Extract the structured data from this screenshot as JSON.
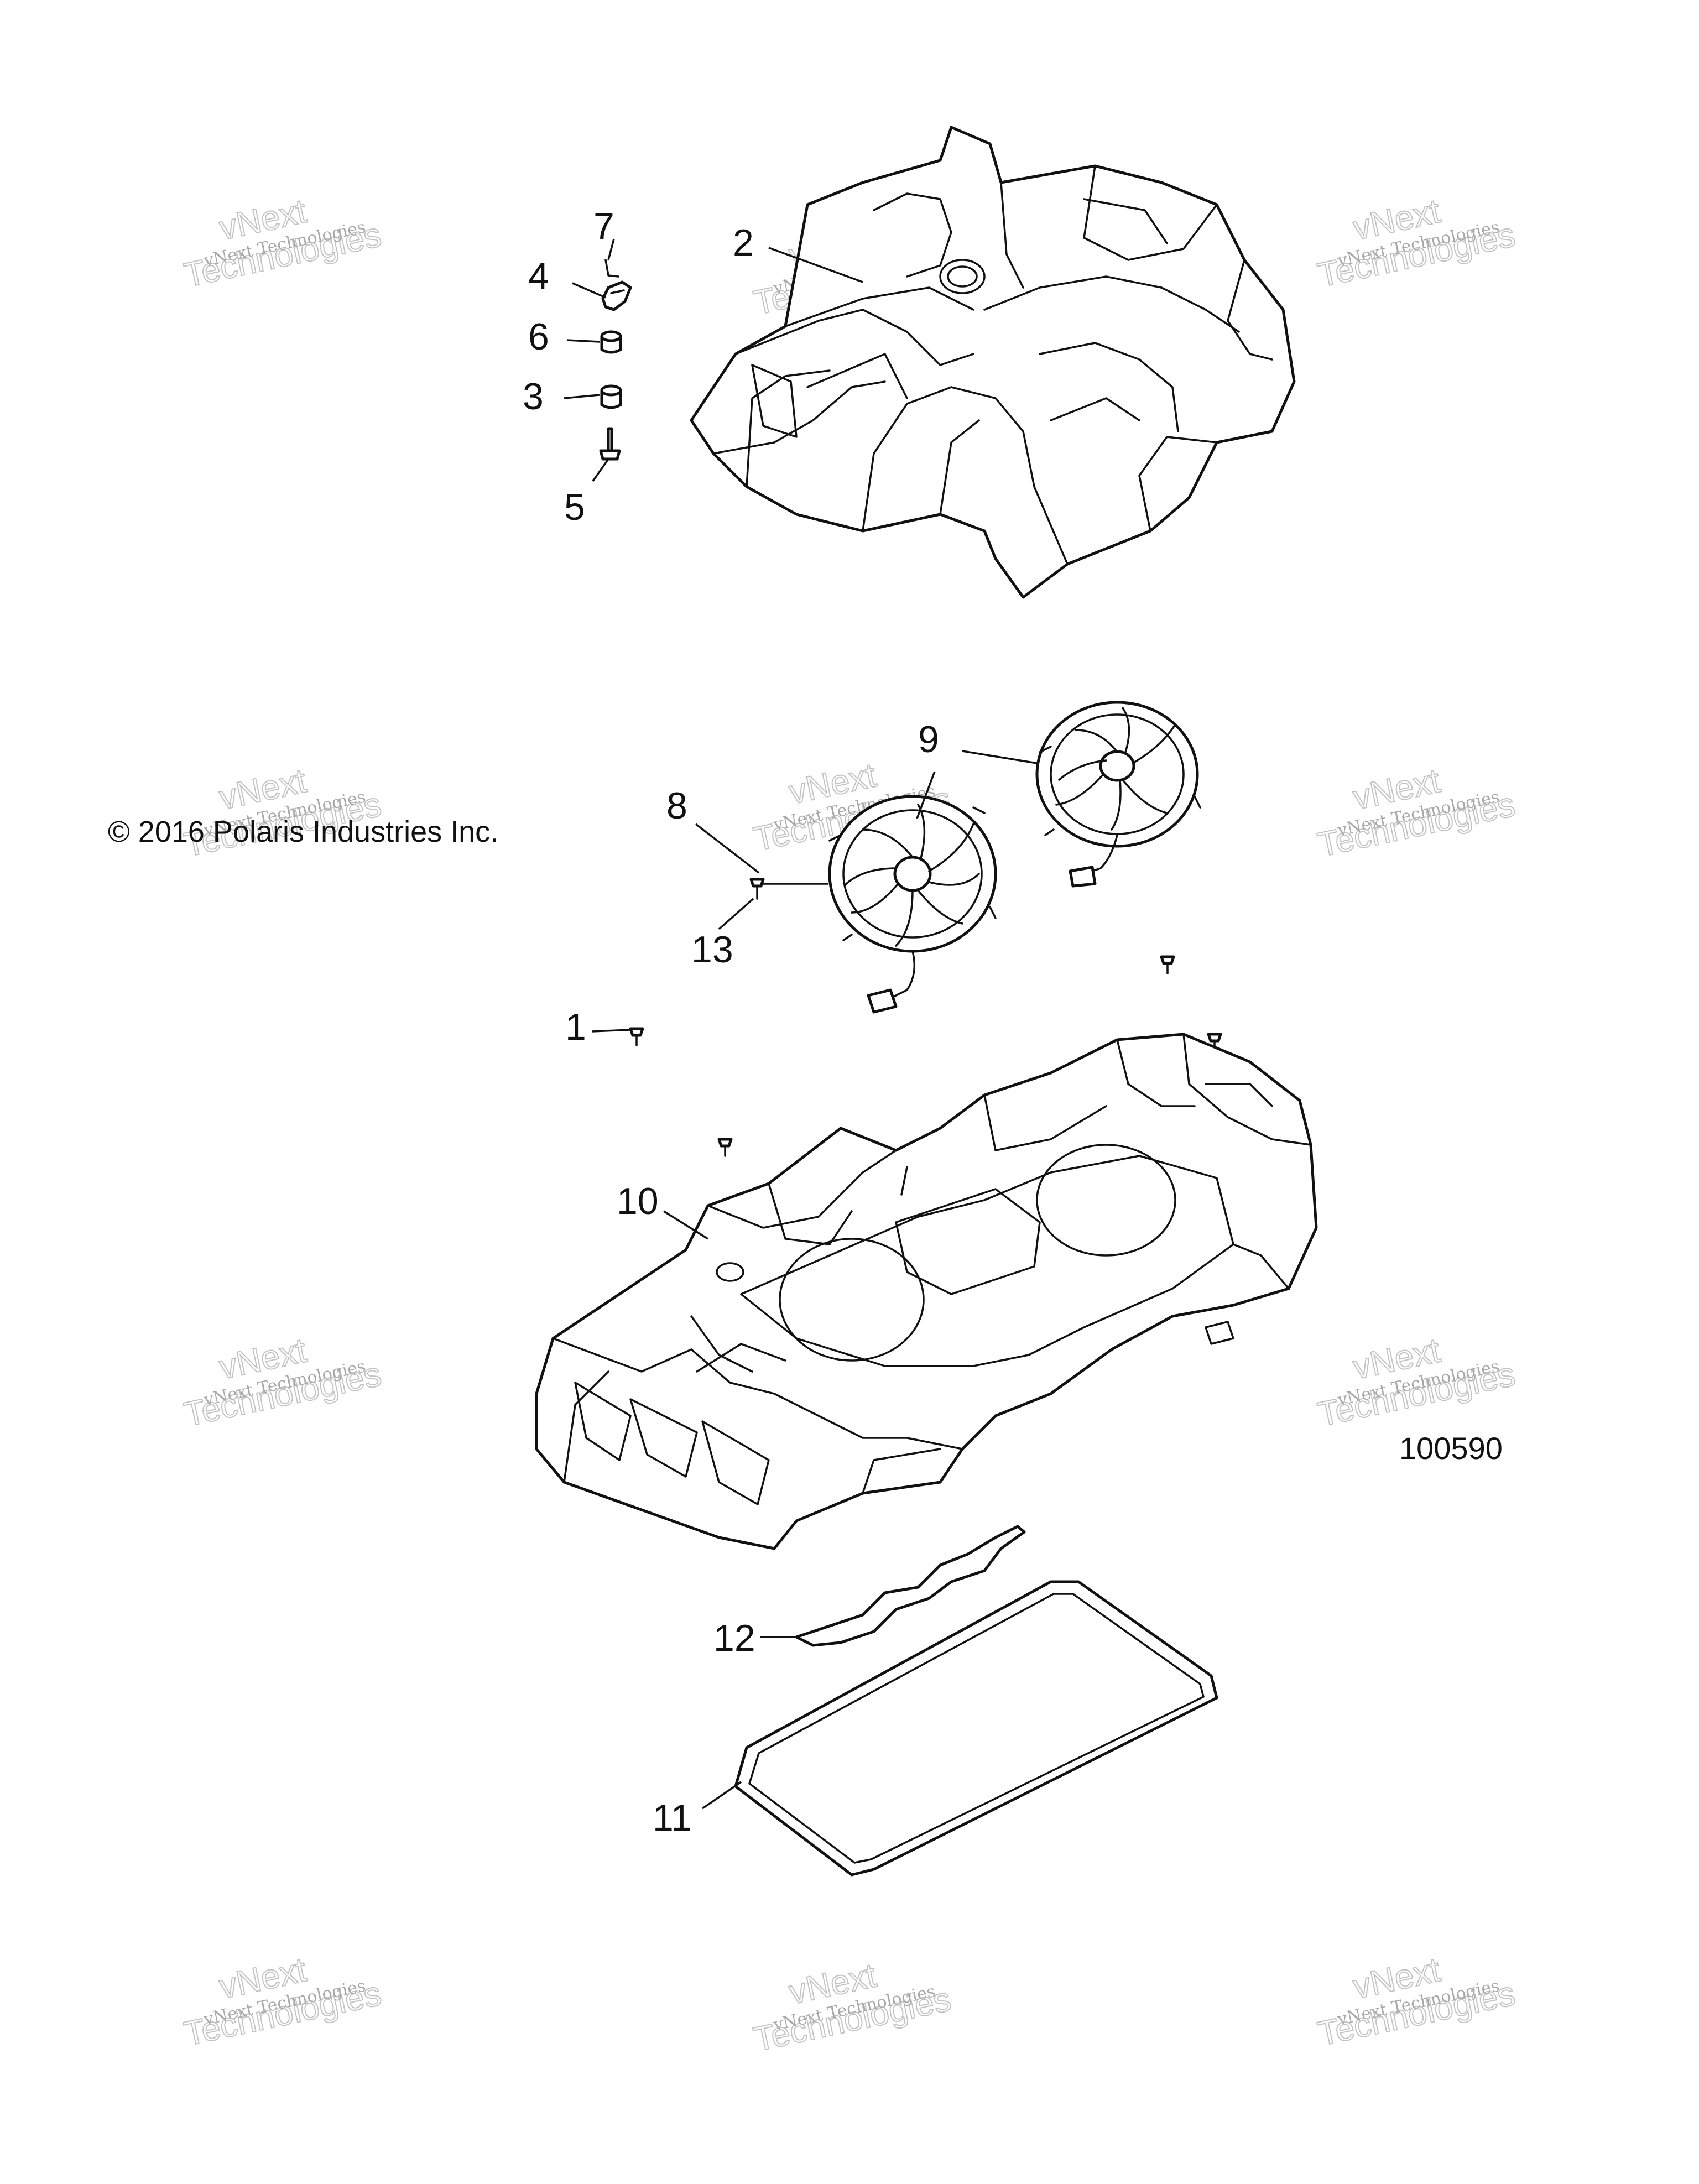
{
  "copyright": "© 2016 Polaris Industries Inc.",
  "diagram_number": "100590",
  "watermark": {
    "line1": "vNext Technologies",
    "line2": "vNext",
    "line3": "Technologies"
  },
  "callouts": {
    "c1": "1",
    "c2": "2",
    "c3": "3",
    "c4": "4",
    "c5": "5",
    "c6": "6",
    "c7": "7",
    "c8": "8",
    "c9": "9",
    "c10": "10",
    "c11": "11",
    "c12": "12",
    "c13": "13"
  }
}
